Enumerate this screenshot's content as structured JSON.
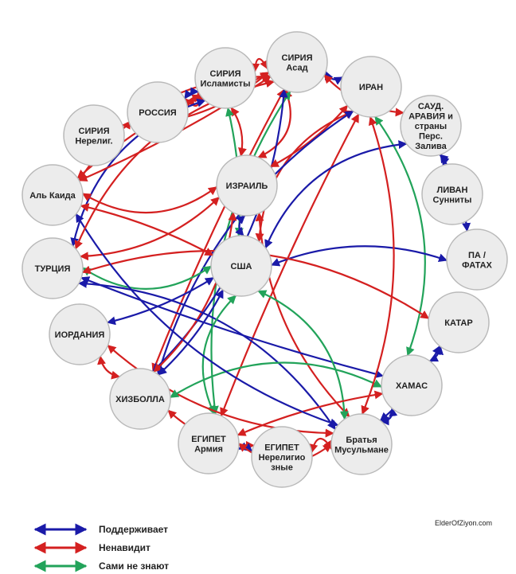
{
  "colors": {
    "supports": "#1a1aa8",
    "hates": "#d42020",
    "unknown": "#22a35a"
  },
  "nodes": [
    {
      "id": "syria_islamists",
      "lines": [
        "СИРИЯ",
        "Исламисты"
      ]
    },
    {
      "id": "syria_assad",
      "lines": [
        "СИРИЯ",
        "Асад"
      ]
    },
    {
      "id": "iran",
      "lines": [
        "ИРАН"
      ]
    },
    {
      "id": "russia",
      "lines": [
        "РОССИЯ"
      ]
    },
    {
      "id": "syria_nonrel",
      "lines": [
        "СИРИЯ",
        "Нерелиг."
      ]
    },
    {
      "id": "saudi",
      "lines": [
        "САУД.",
        "АРАВИЯ и",
        "страны",
        "Перс.",
        "Залива"
      ]
    },
    {
      "id": "al_qaeda",
      "lines": [
        "Аль Каида"
      ]
    },
    {
      "id": "israel",
      "lines": [
        "ИЗРАИЛЬ"
      ]
    },
    {
      "id": "lebanon",
      "lines": [
        "ЛИВАН",
        "Сунниты"
      ]
    },
    {
      "id": "turkey",
      "lines": [
        "ТУРЦИЯ"
      ]
    },
    {
      "id": "usa",
      "lines": [
        "США"
      ]
    },
    {
      "id": "pa",
      "lines": [
        "ПА /",
        "ФАТАХ"
      ]
    },
    {
      "id": "jordan",
      "lines": [
        "ИОРДАНИЯ"
      ]
    },
    {
      "id": "qatar",
      "lines": [
        "КАТАР"
      ]
    },
    {
      "id": "hamas",
      "lines": [
        "ХАМАС"
      ]
    },
    {
      "id": "hezbollah",
      "lines": [
        "ХИЗБОЛЛА"
      ]
    },
    {
      "id": "egypt_army",
      "lines": [
        "ЕГИПЕТ",
        "Армия"
      ]
    },
    {
      "id": "egypt_nonrel",
      "lines": [
        "ЕГИПЕТ",
        "Нерелигио",
        "зные"
      ]
    },
    {
      "id": "brotherhood",
      "lines": [
        "Братья",
        "Мусульмане"
      ]
    }
  ],
  "edges": [
    {
      "from": "syria_islamists",
      "to": "syria_assad",
      "type": "hates"
    },
    {
      "from": "syria_assad",
      "to": "iran",
      "type": "supports"
    },
    {
      "from": "syria_assad",
      "to": "saudi",
      "type": "hates"
    },
    {
      "from": "syria_assad",
      "to": "syria_nonrel",
      "type": "hates"
    },
    {
      "from": "syria_assad",
      "to": "russia",
      "type": "hates"
    },
    {
      "from": "syria_assad",
      "to": "al_qaeda",
      "type": "hates"
    },
    {
      "from": "syria_islamists",
      "to": "russia",
      "type": "hates"
    },
    {
      "from": "syria_islamists",
      "to": "al_qaeda",
      "type": "hates"
    },
    {
      "from": "syria_islamists",
      "to": "russia",
      "type": "supports"
    },
    {
      "from": "syria_islamists",
      "to": "israel",
      "type": "hates"
    },
    {
      "from": "syria_islamists",
      "to": "usa",
      "type": "unknown"
    },
    {
      "from": "syria_islamists",
      "to": "turkey",
      "type": "supports"
    },
    {
      "from": "syria_assad",
      "to": "israel",
      "type": "hates"
    },
    {
      "from": "syria_assad",
      "to": "hezbollah",
      "type": "hates"
    },
    {
      "from": "syria_assad",
      "to": "egypt_army",
      "type": "unknown"
    },
    {
      "from": "syria_assad",
      "to": "hezbollah",
      "type": "supports"
    },
    {
      "from": "iran",
      "to": "israel",
      "type": "hates"
    },
    {
      "from": "iran",
      "to": "usa",
      "type": "hates"
    },
    {
      "from": "iran",
      "to": "hamas",
      "type": "unknown"
    },
    {
      "from": "iran",
      "to": "egypt_army",
      "type": "hates"
    },
    {
      "from": "iran",
      "to": "hezbollah",
      "type": "supports"
    },
    {
      "from": "saudi",
      "to": "lebanon",
      "type": "supports"
    },
    {
      "from": "saudi",
      "to": "pa",
      "type": "supports"
    },
    {
      "from": "saudi",
      "to": "usa",
      "type": "supports"
    },
    {
      "from": "israel",
      "to": "al_qaeda",
      "type": "hates"
    },
    {
      "from": "israel",
      "to": "usa",
      "type": "supports"
    },
    {
      "from": "israel",
      "to": "brotherhood",
      "type": "hates"
    },
    {
      "from": "israel",
      "to": "hezbollah",
      "type": "hates"
    },
    {
      "from": "al_qaeda",
      "to": "usa",
      "type": "hates"
    },
    {
      "from": "turkey",
      "to": "usa",
      "type": "unknown"
    },
    {
      "from": "turkey",
      "to": "brotherhood",
      "type": "supports"
    },
    {
      "from": "turkey",
      "to": "hamas",
      "type": "supports"
    },
    {
      "from": "turkey",
      "to": "israel",
      "type": "hates"
    },
    {
      "from": "usa",
      "to": "pa",
      "type": "supports"
    },
    {
      "from": "usa",
      "to": "jordan",
      "type": "supports"
    },
    {
      "from": "usa",
      "to": "egypt_army",
      "type": "unknown"
    },
    {
      "from": "usa",
      "to": "brotherhood",
      "type": "unknown"
    },
    {
      "from": "jordan",
      "to": "hezbollah",
      "type": "hates"
    },
    {
      "from": "jordan",
      "to": "brotherhood",
      "type": "hates"
    },
    {
      "from": "qatar",
      "to": "hamas",
      "type": "supports"
    },
    {
      "from": "qatar",
      "to": "brotherhood",
      "type": "supports"
    },
    {
      "from": "qatar",
      "to": "turkey",
      "type": "hates"
    },
    {
      "from": "hezbollah",
      "to": "hamas",
      "type": "unknown"
    },
    {
      "from": "hezbollah",
      "to": "usa",
      "type": "supports"
    },
    {
      "from": "hezbollah",
      "to": "egypt_nonrel",
      "type": "hates"
    },
    {
      "from": "egypt_army",
      "to": "egypt_nonrel",
      "type": "supports"
    },
    {
      "from": "egypt_army",
      "to": "hamas",
      "type": "hates"
    },
    {
      "from": "egypt_army",
      "to": "brotherhood",
      "type": "hates"
    },
    {
      "from": "egypt_nonrel",
      "to": "brotherhood",
      "type": "hates"
    },
    {
      "from": "brotherhood",
      "to": "hamas",
      "type": "supports"
    },
    {
      "from": "brotherhood",
      "to": "iran",
      "type": "hates"
    },
    {
      "from": "brotherhood",
      "to": "al_qaeda",
      "type": "supports"
    },
    {
      "from": "syria_assad",
      "to": "al_qaeda",
      "type": "hates"
    },
    {
      "from": "syria_assad",
      "to": "turkey",
      "type": "hates"
    }
  ],
  "legend": [
    {
      "type": "supports",
      "label": "Поддерживает"
    },
    {
      "type": "hates",
      "label": "Ненавидит"
    },
    {
      "type": "unknown",
      "label": "Сами не знают"
    }
  ],
  "credit": "ElderOfZiyon.com"
}
